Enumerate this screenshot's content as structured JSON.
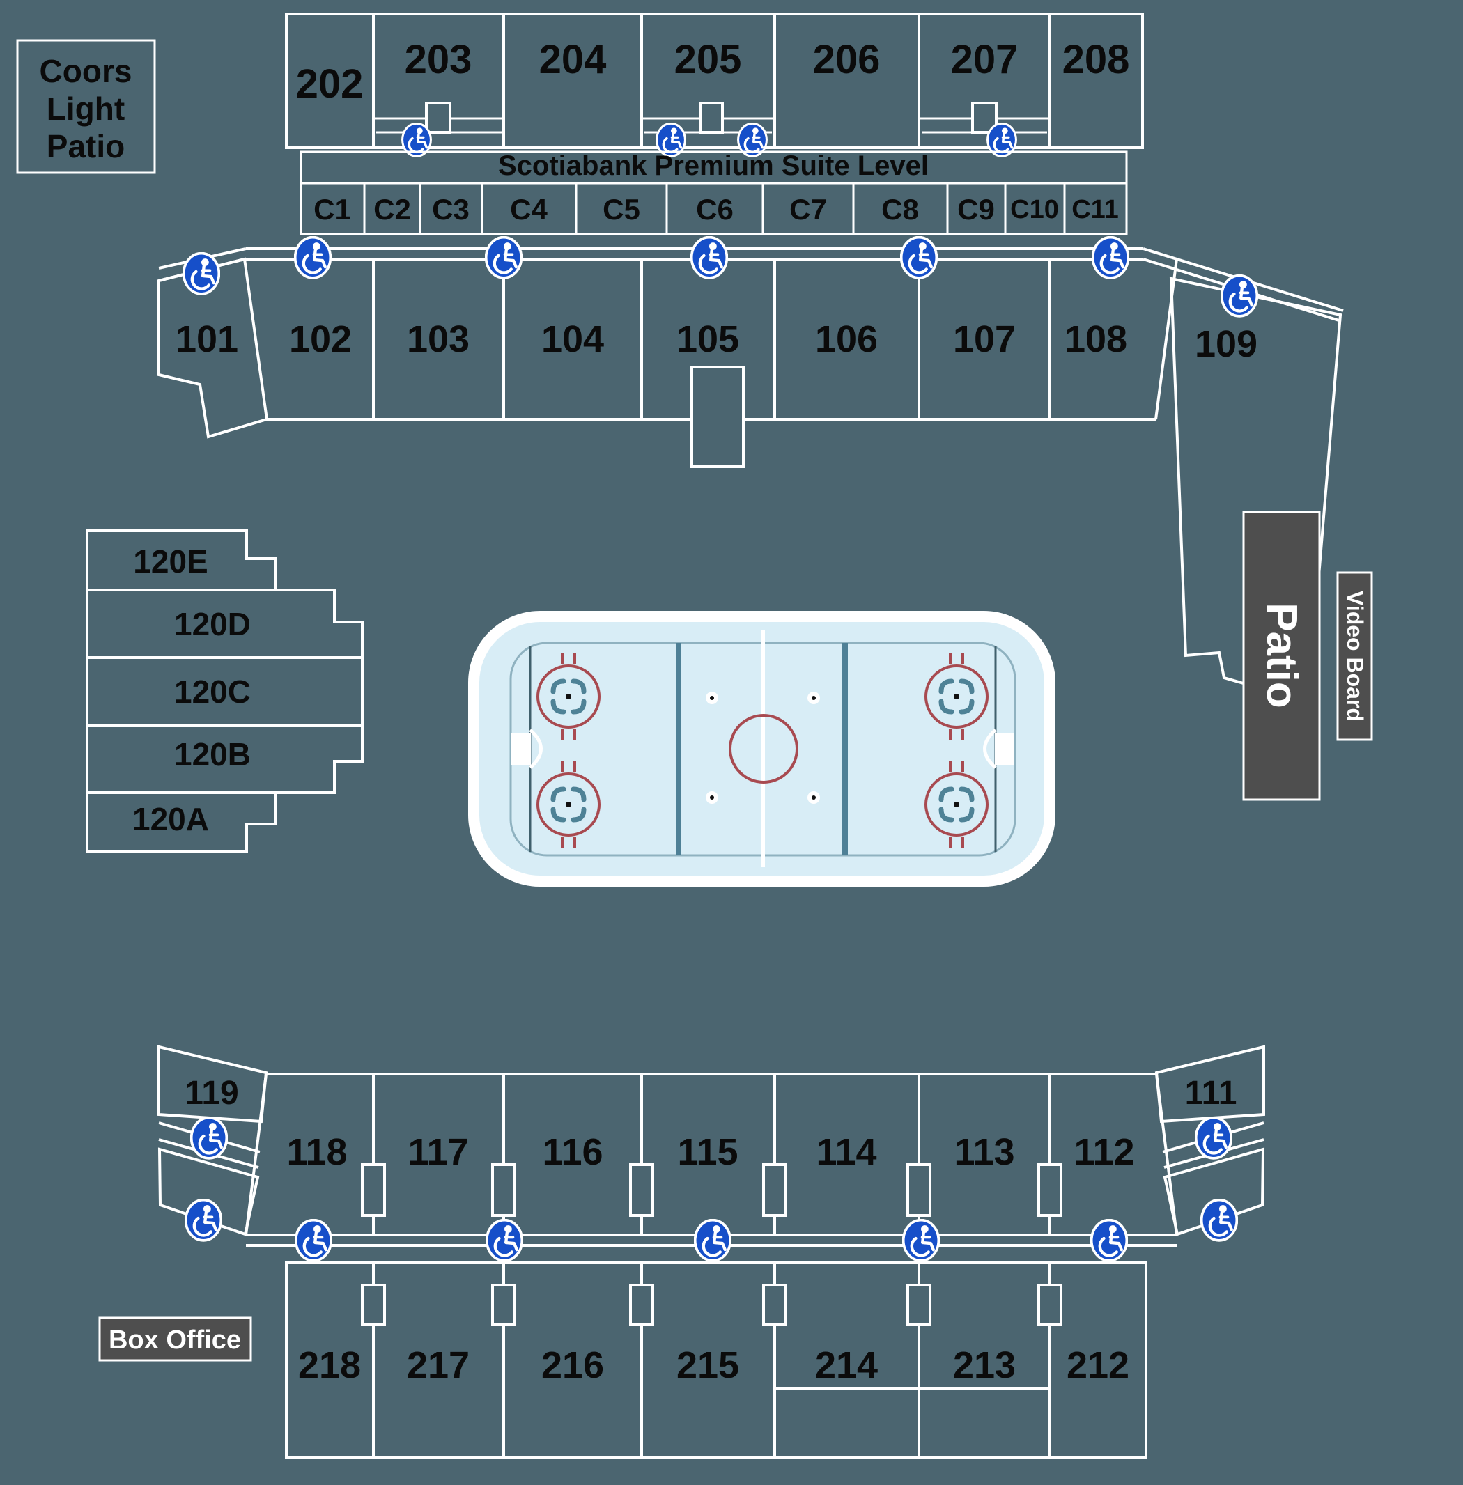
{
  "colors": {
    "background": "#4b6570",
    "line": "#ffffff",
    "text": "#0b0b0b",
    "wheelchair_blue": "#164fc9",
    "dark_box": "#4e4e4e",
    "ice": "#d8edf6",
    "rink_red": "#a84a50",
    "rink_teal": "#4e8296"
  },
  "labels": {
    "coors_lines": [
      "Coors",
      "Light",
      "Patio"
    ],
    "suite_banner": "Scotiabank Premium Suite Level",
    "patio": "Patio",
    "video_board": "Video Board",
    "box_office": "Box Office"
  },
  "sections": {
    "upper_top": [
      "202",
      "203",
      "204",
      "205",
      "206",
      "207",
      "208"
    ],
    "suites": [
      "C1",
      "C2",
      "C3",
      "C4",
      "C5",
      "C6",
      "C7",
      "C8",
      "C9",
      "C10",
      "C11"
    ],
    "lower_top": [
      "101",
      "102",
      "103",
      "104",
      "105",
      "106",
      "107",
      "108",
      "109"
    ],
    "side_left": [
      "120E",
      "120D",
      "120C",
      "120B",
      "120A"
    ],
    "lower_bottom": [
      "119",
      "118",
      "117",
      "116",
      "115",
      "114",
      "113",
      "112",
      "111"
    ],
    "upper_bottom": [
      "218",
      "217",
      "216",
      "215",
      "214",
      "213",
      "212"
    ]
  },
  "icons": {
    "wheelchair": "wheelchair-icon"
  }
}
